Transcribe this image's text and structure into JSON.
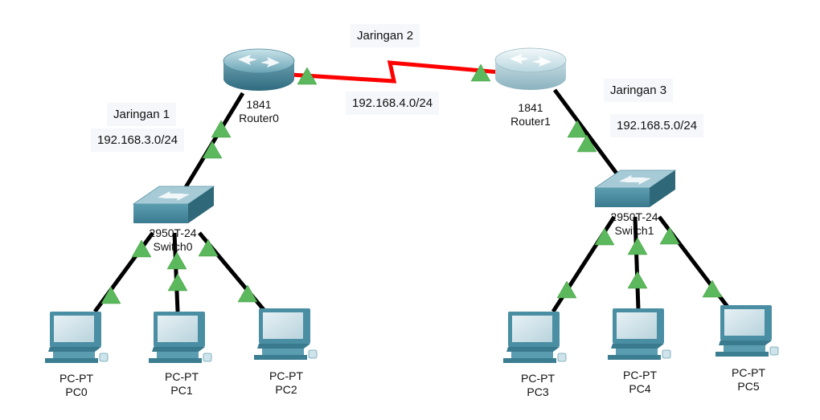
{
  "networks": [
    {
      "name": "Jaringan 1",
      "subnet": "192.168.3.0/24"
    },
    {
      "name": "Jaringan 2",
      "subnet": "192.168.4.0/24"
    },
    {
      "name": "Jaringan 3",
      "subnet": "192.168.5.0/24"
    }
  ],
  "devices": {
    "router0": {
      "model": "1841",
      "name": "Router0"
    },
    "router1": {
      "model": "1841",
      "name": "Router1"
    },
    "switch0": {
      "model": "2950T-24",
      "name": "Switch0"
    },
    "switch1": {
      "model": "2950T-24",
      "name": "Switch1"
    },
    "pc0": {
      "model": "PC-PT",
      "name": "PC0"
    },
    "pc1": {
      "model": "PC-PT",
      "name": "PC1"
    },
    "pc2": {
      "model": "PC-PT",
      "name": "PC2"
    },
    "pc3": {
      "model": "PC-PT",
      "name": "PC3"
    },
    "pc4": {
      "model": "PC-PT",
      "name": "PC4"
    },
    "pc5": {
      "model": "PC-PT",
      "name": "PC5"
    }
  },
  "colors": {
    "serial_link": "#ff0000",
    "ethernet_link": "#000000",
    "link_up": "#5cb85c",
    "device_body": "#4f93a8"
  }
}
